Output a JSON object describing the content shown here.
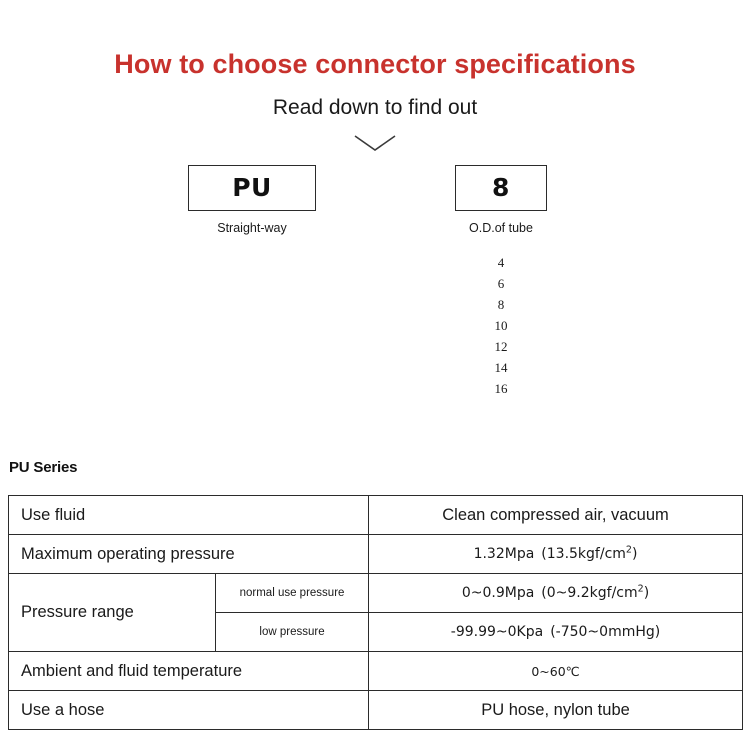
{
  "header": {
    "title": "How to choose connector specifications",
    "subtitle": "Read down to find out",
    "chevron_icon": "chevron-down-icon",
    "title_color": "#C8322D"
  },
  "code_selector": {
    "series_box": {
      "code": "PU",
      "caption": "Straight-way"
    },
    "size_box": {
      "code": "8",
      "caption": "O.D.of tube",
      "options": [
        "4",
        "6",
        "8",
        "10",
        "12",
        "14",
        "16"
      ]
    }
  },
  "spec_table": {
    "heading": "PU Series",
    "tint_color": "#F5EEE6",
    "rows": [
      {
        "label": "Use fluid",
        "value": "Clean compressed air, vacuum",
        "tinted": true
      },
      {
        "label": "Maximum operating pressure",
        "value_prefix": "1.32Mpa (13.5kgf/cm",
        "value_sup": "2",
        "value_suffix": ")",
        "tinted": false
      },
      {
        "label": "Pressure range",
        "sublabel": "normal use pressure",
        "value_prefix": "0~0.9Mpa (0~9.2kgf/cm",
        "value_sup": "2",
        "value_suffix": ")",
        "tinted": true
      },
      {
        "sublabel": "low pressure",
        "value": "-99.99~0Kpa (-750~0mmHg)",
        "tinted": false
      },
      {
        "label": "Ambient and fluid temperature",
        "value": "0~60℃",
        "tinted": true
      },
      {
        "label": "Use a hose",
        "value": "PU hose, nylon tube",
        "tinted": false
      }
    ]
  }
}
